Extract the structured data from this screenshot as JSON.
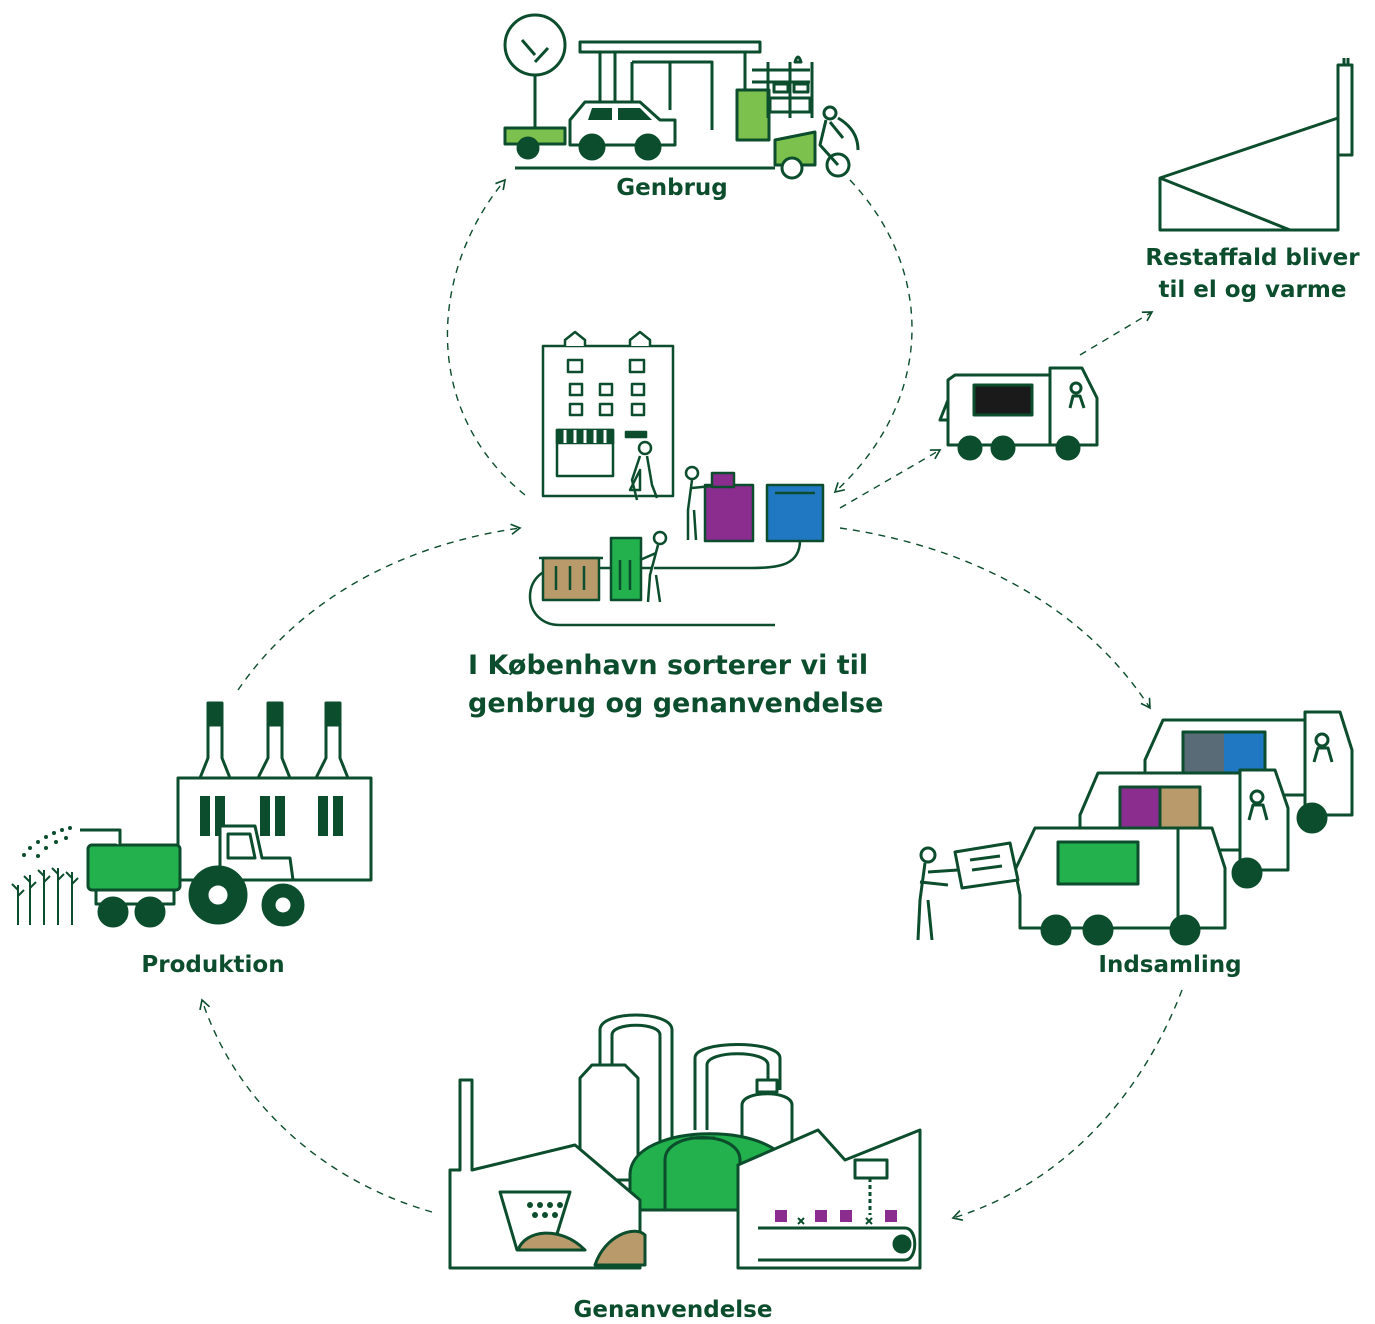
{
  "diagram": {
    "title_line1": "I København sorterer vi til",
    "title_line2": "genbrug og genanvendelse",
    "labels": {
      "genbrug": "Genbrug",
      "restaffald_line1": "Restaffald bliver",
      "restaffald_line2": "til el og varme",
      "indsamling": "Indsamling",
      "genanvendelse": "Genanvendelse",
      "produktion": "Produktion"
    },
    "colors": {
      "dark_green": "#0b4d2c",
      "light_green": "#7cc14e",
      "mid_green": "#22b14c",
      "purple": "#8b2d8e",
      "blue": "#1f78c1",
      "brown": "#b99a6b",
      "grey_blue": "#5a6b78",
      "black": "#1a1a1a"
    },
    "icons": [
      "genbrug-station-illustration",
      "incinerator-illustration",
      "city-sorting-illustration",
      "residual-waste-truck-illustration",
      "collection-trucks-illustration",
      "recycling-plant-illustration",
      "production-factory-illustration"
    ]
  }
}
